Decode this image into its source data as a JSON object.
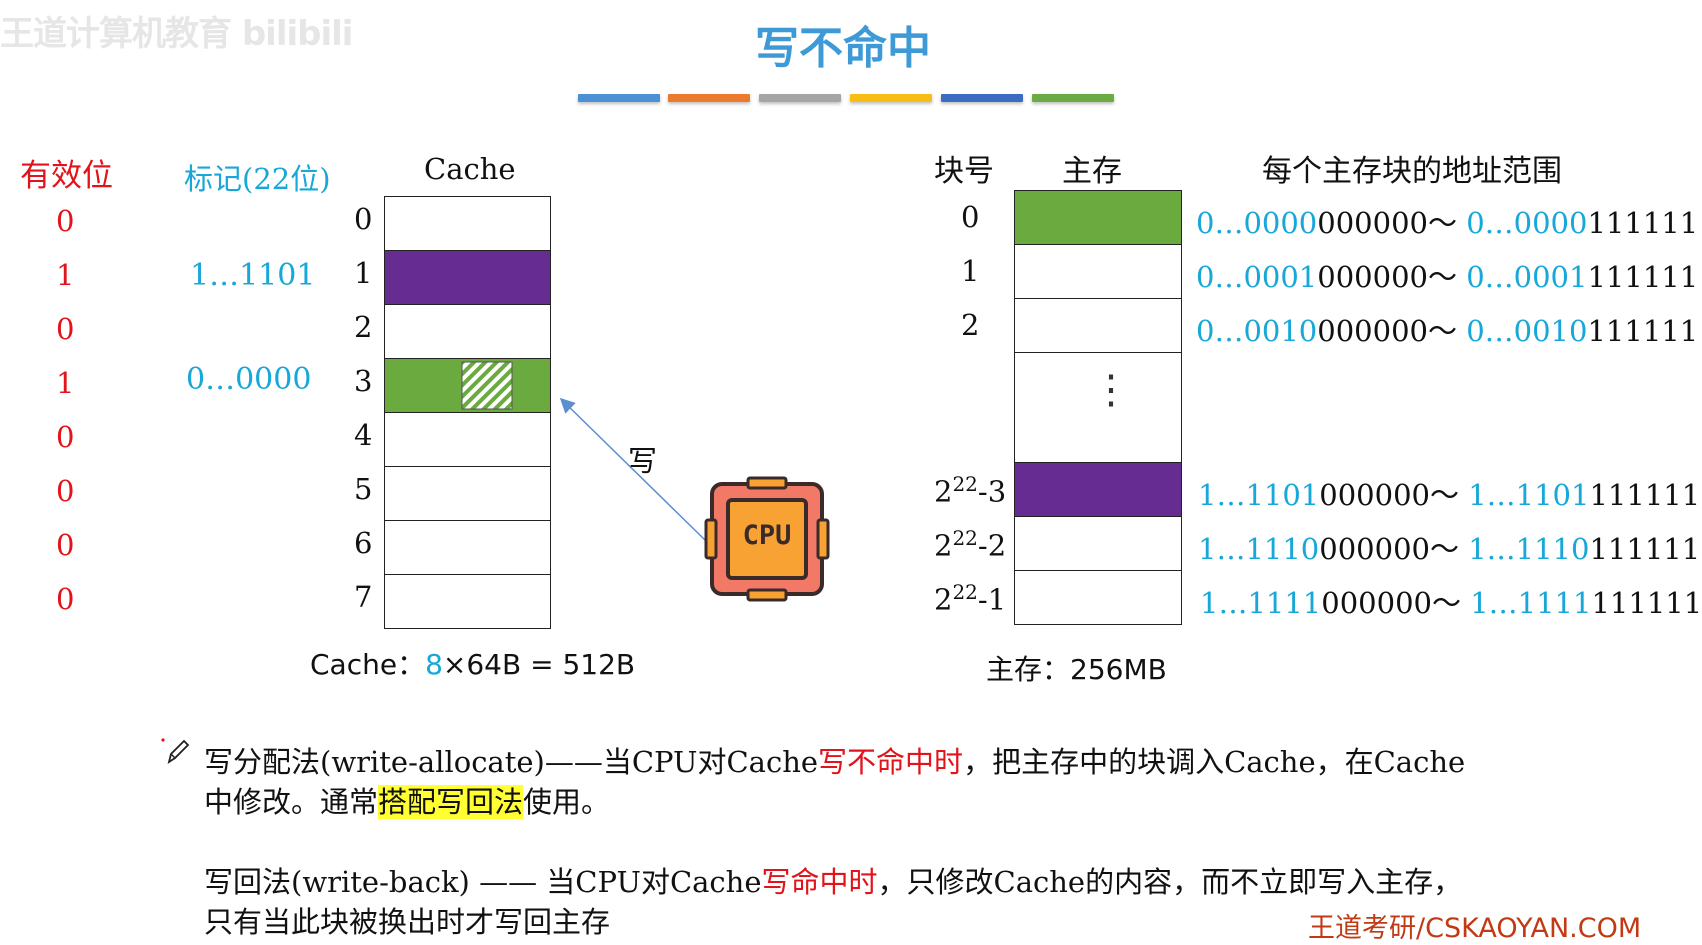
{
  "watermark": "王道计算机教育 bilibili",
  "title": "写不命中",
  "accent_bars": [
    "#4a90d2",
    "#ec7a2c",
    "#a5a5a5",
    "#f8bd14",
    "#3b6cc2",
    "#6bab43"
  ],
  "left": {
    "valid_header": "有效位",
    "tag_header": "标记(22位)",
    "cache_header": "Cache",
    "valid_bits": [
      "0",
      "1",
      "0",
      "1",
      "0",
      "0",
      "0",
      "0"
    ],
    "tags": [
      "",
      "1…1101",
      "",
      "0…0000",
      "",
      "",
      "",
      ""
    ],
    "line_numbers": [
      "0",
      "1",
      "2",
      "3",
      "4",
      "5",
      "6",
      "7"
    ],
    "caption_prefix": "Cache：",
    "caption_num": "8",
    "caption_rest": "×64B = 512B",
    "write_label": "写",
    "cpu_label": "CPU",
    "colors": {
      "purple": "#662c91",
      "green": "#6aaa3e"
    }
  },
  "right": {
    "block_header": "块号",
    "mem_header": "主存",
    "range_header": "每个主存块的地址范围",
    "blocks": [
      {
        "base": "0",
        "sup": "",
        "suffix": "",
        "range_blue1": "0…0000",
        "range_black1": "000000～ ",
        "range_blue2": "0…0000",
        "range_black2": "111111"
      },
      {
        "base": "1",
        "sup": "",
        "suffix": "",
        "range_blue1": "0…0001",
        "range_black1": "000000～ ",
        "range_blue2": "0…0001",
        "range_black2": "111111"
      },
      {
        "base": "2",
        "sup": "",
        "suffix": "",
        "range_blue1": "0…0010",
        "range_black1": "000000～ ",
        "range_blue2": "0…0010",
        "range_black2": "111111"
      },
      {
        "base": "2",
        "sup": "22",
        "suffix": "-3",
        "range_blue1": "1…1101",
        "range_black1": "000000～ ",
        "range_blue2": "1…1101",
        "range_black2": "111111"
      },
      {
        "base": "2",
        "sup": "22",
        "suffix": "-2",
        "range_blue1": "1…1110",
        "range_black1": "000000～ ",
        "range_blue2": "1…1110",
        "range_black2": "111111"
      },
      {
        "base": "2",
        "sup": "22",
        "suffix": "-1",
        "range_blue1": "1…1111",
        "range_black1": "000000～ ",
        "range_blue2": "1…1111",
        "range_black2": "111111"
      }
    ],
    "dots": "⋮",
    "caption": "主存：256MB"
  },
  "text": {
    "p1_a": "写分配法(write-allocate)——当CPU对Cache",
    "p1_red": "写不命中时",
    "p1_b": "，把主存中的块调入Cache，在Cache",
    "p1_c": "中修改。通常",
    "p1_hl": "搭配写回法",
    "p1_d": "使用。",
    "p2_a": "写回法(write-back) —— 当CPU对Cache",
    "p2_red": "写命中时",
    "p2_b": "，只修改Cache的内容，而不立即写入主存，",
    "p2_c": "只有当此块被换出时才写回主存"
  },
  "logo": "王道考研/CSKAOYAN.COM"
}
